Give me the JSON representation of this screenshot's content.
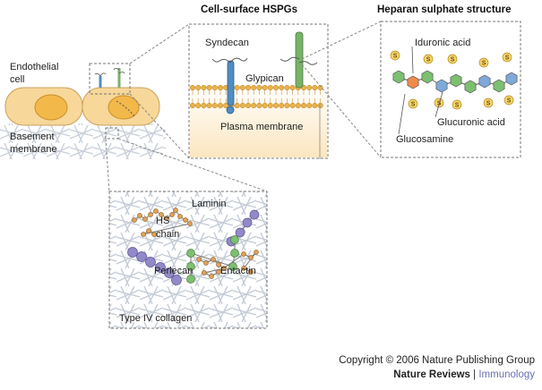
{
  "titles": {
    "cell_surface": "Cell-surface HSPGs",
    "hs_structure": "Heparan sulphate structure"
  },
  "labels": {
    "endothelial_cell_l1": "Endothelial",
    "endothelial_cell_l2": "cell",
    "basement_l1": "Basement",
    "basement_l2": "membrane",
    "syndecan": "Syndecan",
    "glypican": "Glypican",
    "plasma_membrane": "Plasma membrane",
    "iduronic_acid": "Iduronic acid",
    "glucuronic_acid": "Glucuronic acid",
    "glucosamine": "Glucosamine",
    "laminin": "Laminin",
    "hs_chain_l1": "HS",
    "hs_chain_l2": "chain",
    "perlecan": "Perlecan",
    "entactin": "Entactin",
    "type_iv_collagen": "Type IV collagen",
    "sulphate_symbol": "S"
  },
  "footer": {
    "copyright": "Copyright © 2006 Nature Publishing Group",
    "journal": "Nature Reviews",
    "separator": "|",
    "section": "Immunology"
  },
  "colors": {
    "cell_fill": "#f7d79a",
    "nucleus_fill": "#f2b84a",
    "membrane_bead": "#e9b24c",
    "membrane_bg": "#fdf3df",
    "syndecan_blue": "#4f8dc2",
    "glypican_green": "#79b268",
    "iduronic_orange": "#f08a4b",
    "glucosamine_green": "#7cc070",
    "glucuronic_blue": "#7ea9d8",
    "sulphate_yellow": "#f6d46b",
    "perlecan_purple": "#9289c8",
    "laminin_bead": "#e0a25c",
    "collagen_grey": "#c4ccd6",
    "box_dash": "#777777"
  }
}
